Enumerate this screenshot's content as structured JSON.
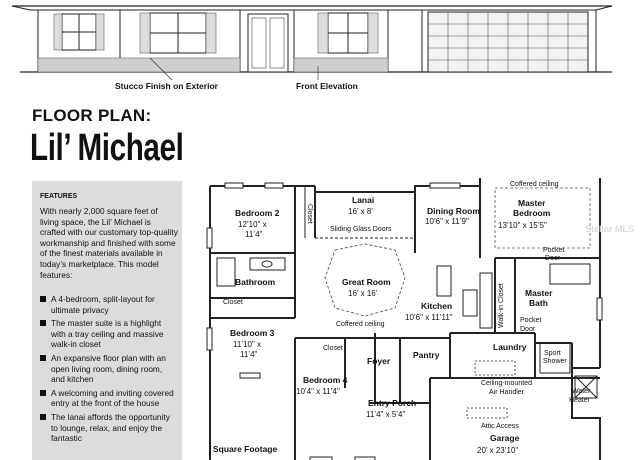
{
  "elevation": {
    "stucco_caption": "Stucco Finish on Exterior",
    "front_caption": "Front Elevation"
  },
  "heading": {
    "small": "FLOOR PLAN:",
    "big": "Lil’ Michael"
  },
  "features": {
    "heading": "FEATURES",
    "intro": "With nearly 2,000 square feet of living space, the Lil’ Michael is crafted with our customary top-quality workmanship and finished with some of the finest materials available in today’s marketplace. This model features:",
    "bullets": [
      "A 4-bedroom, split-layout for ultimate privacy",
      "The master suite is a highlight with a tray ceiling and massive walk-in closet",
      "An expansive floor plan with an open living room, dining room, and kitchen",
      "A welcoming and inviting covered entry at the front of the house",
      "The lanai affords the opportunity to lounge, relax, and enjoy the fantastic"
    ]
  },
  "plan": {
    "bedroom2": {
      "name": "Bedroom 2",
      "dim1": "12’10\" x",
      "dim2": "11’4\""
    },
    "closet_b2": "Closet",
    "lanai": {
      "name": "Lanai",
      "dim": "16’ x 8’"
    },
    "sliding_doors": "Sliding Glass Doors",
    "dining": {
      "name": "Dining Room",
      "dim": "10’6\" x 11’9\""
    },
    "master_bed": {
      "coffered": "Coffered ceiling",
      "name1": "Master",
      "name2": "Bedroom",
      "dim": "13’10\" x 15’5\""
    },
    "bathroom": "Bathroom",
    "closet_bath": "Closet",
    "great_room": {
      "name": "Great Room",
      "dim": "16’ x 16’",
      "coffered": "Coffered ceiling"
    },
    "kitchen": {
      "name": "Kitchen",
      "dim": "10’6\" x 11’11\""
    },
    "walk_in_closet": "Walk-in Closet",
    "pocket_door1": {
      "l1": "Pocket",
      "l2": "Door"
    },
    "master_bath": {
      "l1": "Master",
      "l2": "Bath"
    },
    "pocket_door2": {
      "l1": "Pocket",
      "l2": "Door"
    },
    "bedroom3": {
      "name": "Bedroom 3",
      "dim1": "11’10\" x",
      "dim2": "11’4\""
    },
    "closet_b4": "Closet",
    "foyer": "Foyer",
    "pantry": "Pantry",
    "laundry": "Laundry",
    "sport_shower": {
      "l1": "Sport",
      "l2": "Shower"
    },
    "bedroom4": {
      "name": "Bedroom 4",
      "dim": "10’4\" x 11’4\""
    },
    "air_handler": {
      "l1": "Ceiling-mounted",
      "l2": "Air Handler"
    },
    "water_heater": {
      "l1": "Water",
      "l2": "Heater"
    },
    "entry_porch": {
      "name": "Entry Porch",
      "dim": "11’4\" x 5’4\""
    },
    "attic_access": "Attic Access",
    "garage": {
      "name": "Garage",
      "dim": "20’ x 23’10\""
    }
  },
  "square_footage": "Square Footage",
  "watermark": "Stellar MLS"
}
